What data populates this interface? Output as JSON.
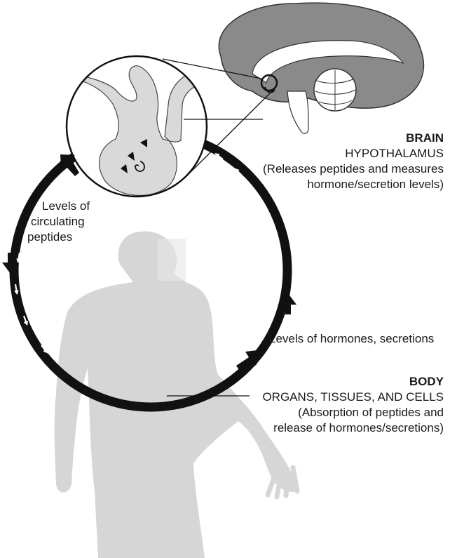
{
  "brain": {
    "title": "BRAIN",
    "subtitle": "HYPOTHALAMUS",
    "desc_line1": "(Releases peptides and measures",
    "desc_line2": "hormone/secretion levels)"
  },
  "left_loop": {
    "line1": "Levels of",
    "line2": "circulating",
    "line3": "peptides"
  },
  "right_loop": {
    "text": "Levels of hormones, secretions"
  },
  "body": {
    "title": "BODY",
    "subtitle": "ORGANS, TISSUES, AND CELLS",
    "desc_line1": "(Absorption of peptides and",
    "desc_line2": "release of hormones/secretions)"
  },
  "colors": {
    "ink": "#1a1a1a",
    "brain_gray": "#8a8a8a",
    "tissue_gray": "#d9d9d9",
    "body_gray": "#d6d6d6",
    "ring_black": "#111111"
  }
}
